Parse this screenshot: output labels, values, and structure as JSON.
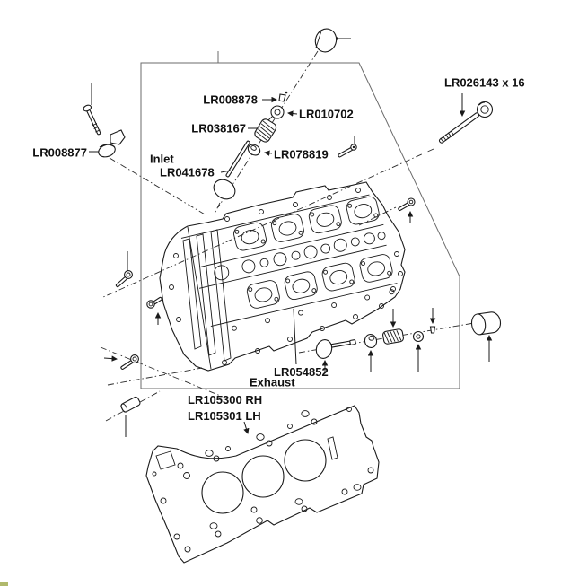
{
  "diagram": {
    "type": "exploded-parts-diagram",
    "subject": "Cylinder head assembly with valves, springs, tappets, head bolts and head gasket",
    "labels": {
      "lr008878": "LR008878",
      "lr026143": "LR026143 x 16",
      "lr010702": "LR010702",
      "lr038167": "LR038167",
      "lr008877": "LR008877",
      "inlet": "Inlet",
      "lr041678": "LR041678",
      "lr078819": "LR078819",
      "lr054852": "LR054852",
      "exhaust": "Exhaust",
      "lr105300": "LR105300 RH",
      "lr105301": "LR105301 LH"
    },
    "colors": {
      "line": "#1a1a1a",
      "frame": "#6b6b6b",
      "background": "#ffffff",
      "label_text": "#111111",
      "artifact_green": "#96a23b"
    }
  }
}
